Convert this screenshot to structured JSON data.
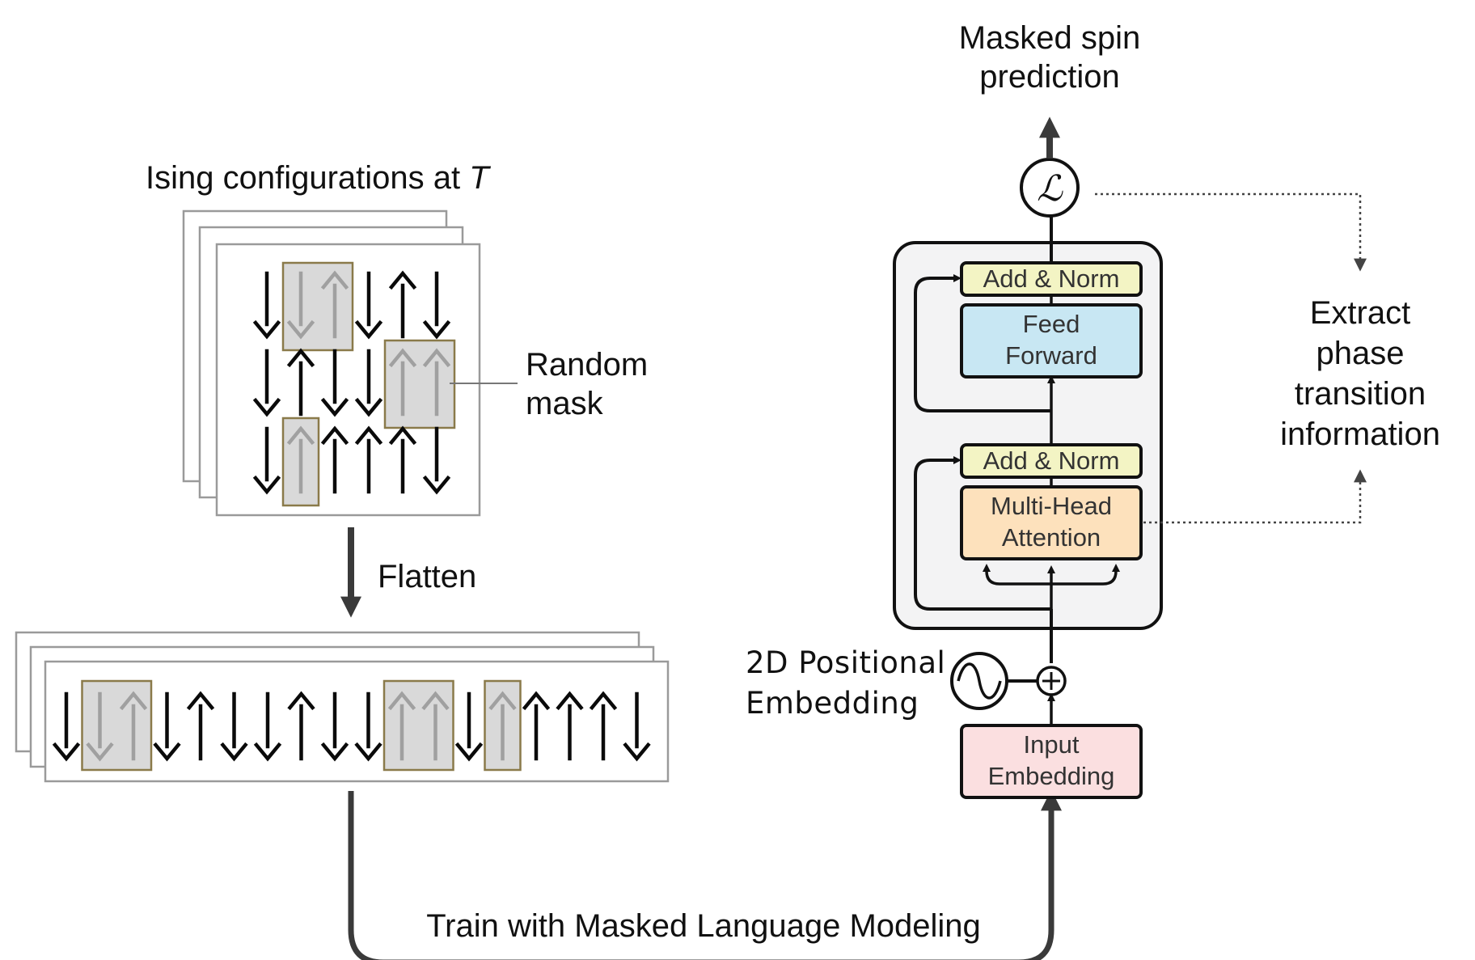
{
  "labels": {
    "ising_title": "Ising configurations at ",
    "ising_title_var": "T",
    "random_mask_line1": "Random",
    "random_mask_line2": "mask",
    "flatten": "Flatten",
    "train": "Train with Masked Language Modeling",
    "output_line1": "Masked spin",
    "output_line2": "prediction",
    "extract_line1": "Extract",
    "extract_line2": "phase",
    "extract_line3": "transition",
    "extract_line4": "information",
    "pos_line1": "2D Positional",
    "pos_line2": "Embedding",
    "loss_symbol": "ℒ",
    "plus_symbol": "+"
  },
  "transformer": {
    "add_norm_top": "Add & Norm",
    "feed_line1": "Feed",
    "feed_line2": "Forward",
    "add_norm_bottom": "Add & Norm",
    "mha_line1": "Multi-Head",
    "mha_line2": "Attention",
    "input_line1": "Input",
    "input_line2": "Embedding"
  },
  "lattice": {
    "rows": [
      [
        "down",
        "down",
        "up",
        "down",
        "up",
        "down"
      ],
      [
        "down",
        "up",
        "down",
        "down",
        "up",
        "up"
      ],
      [
        "down",
        "up",
        "up",
        "up",
        "up",
        "down"
      ]
    ],
    "masked": [
      [
        false,
        true,
        true,
        false,
        false,
        false
      ],
      [
        false,
        false,
        false,
        false,
        true,
        true
      ],
      [
        false,
        true,
        false,
        false,
        false,
        false
      ]
    ]
  },
  "sequence": {
    "spins": [
      "down",
      "down",
      "up",
      "down",
      "up",
      "down",
      "down",
      "up",
      "down",
      "down",
      "up",
      "up",
      "down",
      "up",
      "up",
      "up",
      "up",
      "down"
    ],
    "masked": [
      false,
      true,
      true,
      false,
      false,
      false,
      false,
      false,
      false,
      false,
      true,
      true,
      false,
      true,
      false,
      false,
      false,
      false
    ]
  },
  "colors": {
    "add_norm": "#f3f4c4",
    "feed_forward": "#c8e7f3",
    "attention": "#fde1bc",
    "input_embedding": "#fbdfe0",
    "transformer_bg": "#f3f3f4",
    "mask_fill": "#d9d9d9",
    "mask_border": "#8a7a4a",
    "masked_arrow": "#a0a0a0",
    "arrow": "#0a0a0a",
    "connector": "#444444"
  }
}
